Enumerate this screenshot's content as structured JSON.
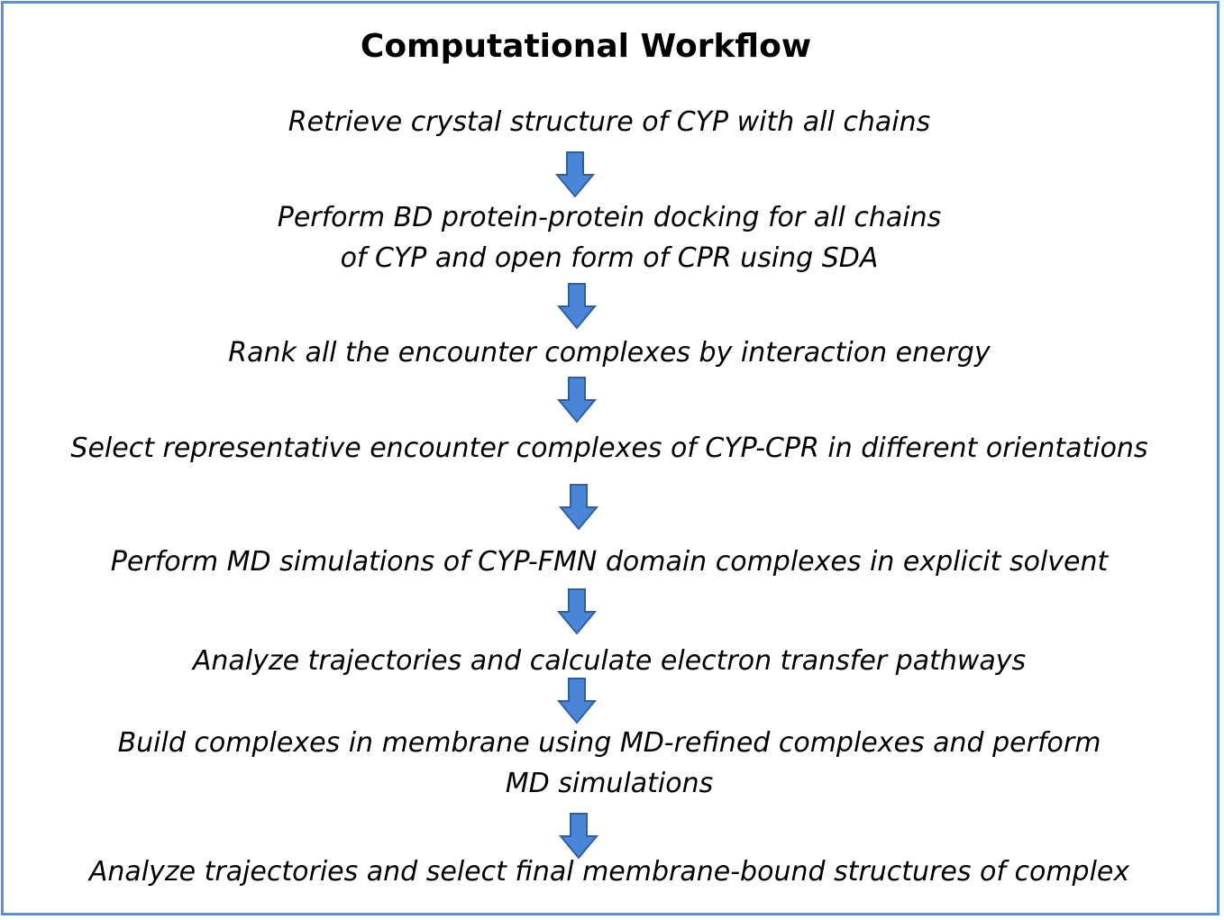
{
  "diagram": {
    "title": "Computational Workflow",
    "steps": [
      {
        "lines": [
          "Retrieve crystal structure of CYP with all chains"
        ]
      },
      {
        "lines": [
          "Perform BD protein-protein docking for all chains",
          "of CYP and open form of CPR using SDA"
        ]
      },
      {
        "lines": [
          "Rank all the encounter complexes by interaction energy"
        ]
      },
      {
        "lines": [
          "Select representative encounter complexes of CYP-CPR in different orientations"
        ]
      },
      {
        "lines": [
          "Perform MD simulations of CYP-FMN domain complexes in explicit solvent"
        ]
      },
      {
        "lines": [
          "Analyze trajectories and calculate electron transfer pathways"
        ]
      },
      {
        "lines": [
          "Build complexes in membrane using MD-refined complexes and perform",
          "MD simulations"
        ]
      },
      {
        "lines": [
          "Analyze trajectories and select final membrane-bound structures of complex"
        ]
      }
    ],
    "colors": {
      "frame": "#5b8fd6",
      "arrow_fill": "#4a86d8",
      "arrow_stroke": "#2f5f9e",
      "text": "#000000"
    }
  }
}
